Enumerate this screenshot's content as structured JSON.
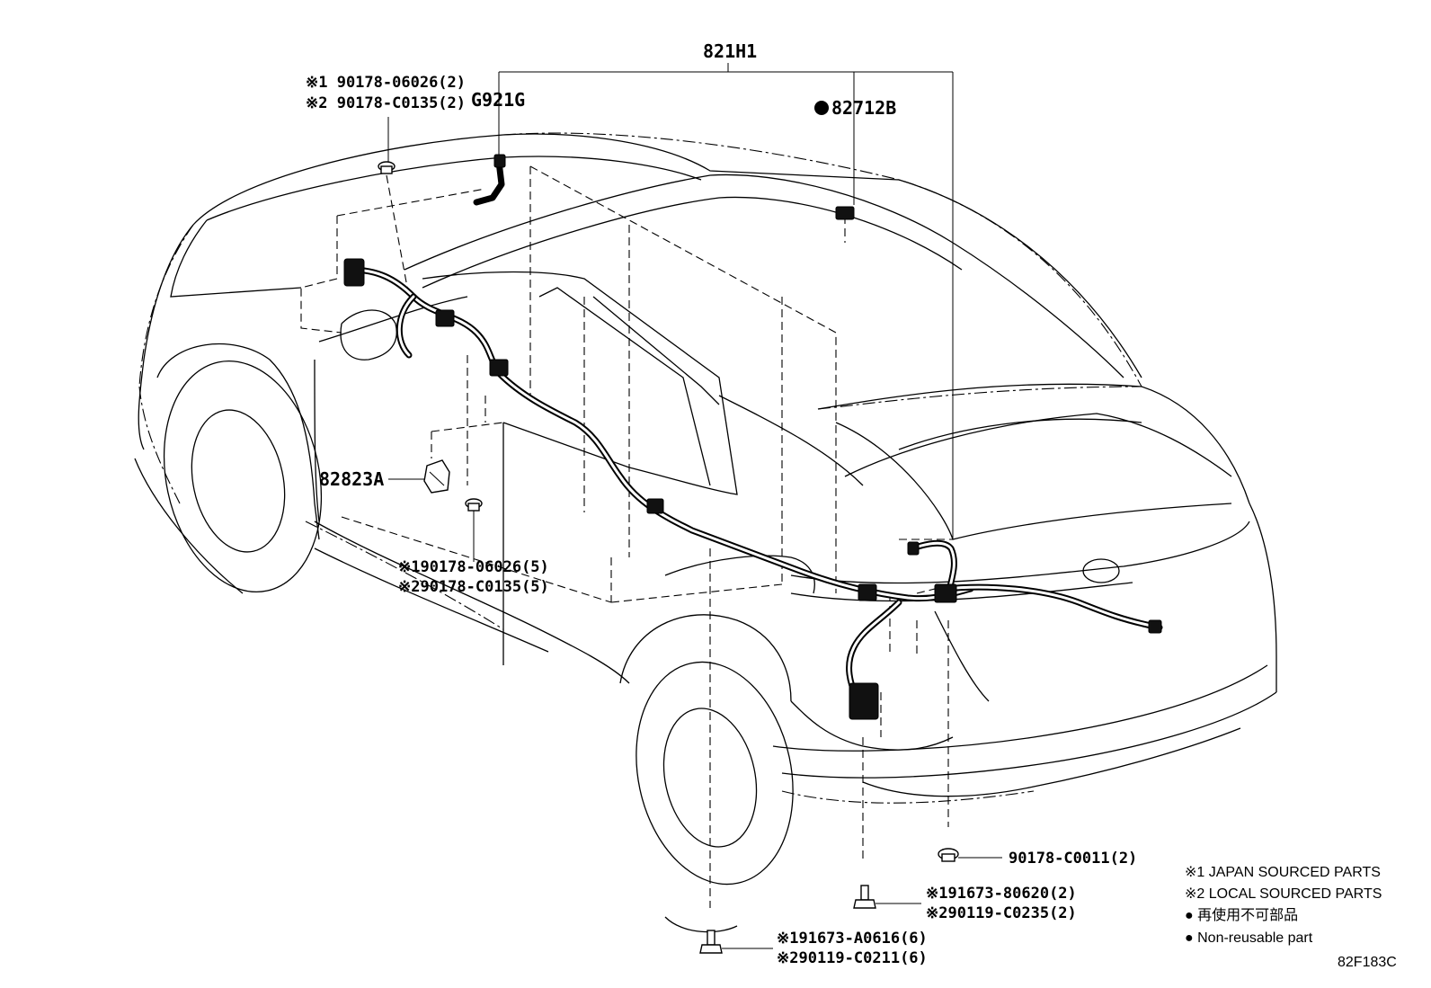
{
  "labels": {
    "main_harness": "821H1",
    "g921g": "G921G",
    "p82712b": "82712B",
    "p82823a": "82823A",
    "top_left_1": "※1 90178-06026(2)",
    "top_left_2": "※2 90178-C0135(2)",
    "mid_1": "※190178-06026(5)",
    "mid_2": "※290178-C0135(5)",
    "right_clip": "90178-C0011(2)",
    "bolt_a_1": "※191673-80620(2)",
    "bolt_a_2": "※290119-C0235(2)",
    "bolt_b_1": "※191673-A0616(6)",
    "bolt_b_2": "※290119-C0211(6)"
  },
  "legend": {
    "line1": "※1 JAPAN SOURCED PARTS",
    "line2": "※2 LOCAL SOURCED PARTS",
    "line3": "● 再使用不可部品",
    "line4": "● Non-reusable part"
  },
  "figure_code": "82F183C"
}
